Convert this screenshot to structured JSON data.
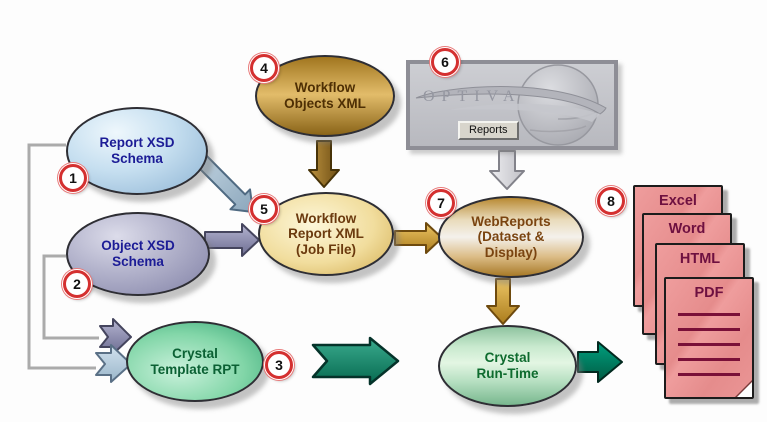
{
  "palette": {
    "badge_ring_red": "#d43030",
    "node_border": "#2e2e34",
    "connector_gray": "#ababab",
    "navy_text": "#1c1c96",
    "green_text": "#0b6134",
    "brown_text": "#6b3a0e",
    "doc_fill": "#e58c8c",
    "doc_text": "#6e1040",
    "gold_arrow": "#d9a83a",
    "teal_arrow": "#0d8a6d",
    "optiva_gray": "#b8b9bf"
  },
  "nodes": {
    "report_xsd": {
      "badge": "1",
      "label": "Report XSD\nSchema"
    },
    "object_xsd": {
      "badge": "2",
      "label": "Object XSD\nSchema"
    },
    "crystal_template": {
      "badge": "3",
      "label": "Crystal\nTemplate RPT"
    },
    "workflow_objects": {
      "badge": "4",
      "label": "Workflow\nObjects XML"
    },
    "workflow_report": {
      "badge": "5",
      "label": "Workflow\nReport XML\n(Job File)"
    },
    "optiva": {
      "badge": "6",
      "brand": "OPTIVA",
      "button_label": "Reports"
    },
    "webreports": {
      "badge": "7",
      "label": "WebReports\n(Dataset &\nDisplay)"
    },
    "outputs_stack": {
      "badge": "8"
    },
    "crystal_runtime": {
      "label": "Crystal\nRun-Time"
    }
  },
  "outputs": {
    "items": [
      {
        "label": "Excel"
      },
      {
        "label": "Word"
      },
      {
        "label": "HTML"
      },
      {
        "label": "PDF"
      }
    ]
  }
}
